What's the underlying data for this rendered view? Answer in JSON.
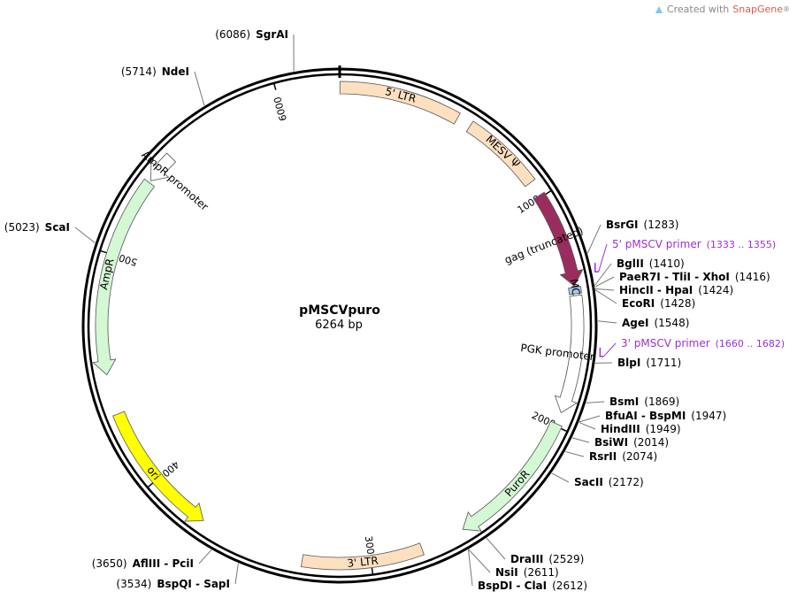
{
  "branding": {
    "prefix": "Created with",
    "product": "SnapGene",
    "mark": "®",
    "icon": "snapgene-logo-icon",
    "accent": "#e05a4e"
  },
  "plasmid": {
    "name": "pMSCVpuro",
    "length_label": "6264 bp",
    "length": 6264
  },
  "ticks": [
    {
      "label": "1000",
      "pos": 1000
    },
    {
      "label": "2000",
      "pos": 2000
    },
    {
      "label": "3000",
      "pos": 3000
    },
    {
      "label": "4000",
      "pos": 4000
    },
    {
      "label": "5000",
      "pos": 5000
    },
    {
      "label": "6000",
      "pos": 6000
    }
  ],
  "features": [
    {
      "label": "5' LTR",
      "start": 1,
      "end": 515,
      "type": "box",
      "color": "#fce0c0"
    },
    {
      "label": "MESV Ψ",
      "start": 577,
      "end": 925,
      "type": "box",
      "color": "#fce0c0"
    },
    {
      "label": "gag (truncated)",
      "start": 990,
      "end": 1400,
      "type": "arrow",
      "color": "#9b2d5e"
    },
    {
      "label": "MCS",
      "start": 1405,
      "end": 1432,
      "type": "box",
      "color": "#aac8ec"
    },
    {
      "label": "PGK promoter",
      "start": 1440,
      "end": 1940,
      "type": "arrow",
      "color": "#ffffff"
    },
    {
      "label": "PuroR",
      "start": 1990,
      "end": 2590,
      "type": "arrow",
      "color": "#d4f7d4"
    },
    {
      "label": "3' LTR",
      "start": 2780,
      "end": 3290,
      "type": "box",
      "color": "#fce0c0"
    },
    {
      "label": "ori",
      "start": 3740,
      "end": 4320,
      "type": "arrow-rev",
      "color": "#ffff00"
    },
    {
      "label": "AmpR",
      "start": 4490,
      "end": 5340,
      "type": "arrow-rev",
      "color": "#d4f7d4"
    },
    {
      "label": "AmpR promoter",
      "start": 5350,
      "end": 5480,
      "type": "arrow-rev",
      "color": "#ffffff"
    }
  ],
  "sites_left": [
    {
      "name": "SgrAI",
      "pos": "(6086)",
      "bp": 6086
    },
    {
      "name": "NdeI",
      "pos": "(5714)",
      "bp": 5714
    },
    {
      "name": "ScaI",
      "pos": "(5023)",
      "bp": 5023
    },
    {
      "name": "AflIII - PciI",
      "pos": "(3650)",
      "bp": 3650
    },
    {
      "name": "BspQI - SapI",
      "pos": "(3534)",
      "bp": 3534
    }
  ],
  "sites_right": [
    {
      "name": "BsrGI",
      "pos": "(1283)",
      "bp": 1283
    },
    {
      "name": "BglII",
      "pos": "(1410)",
      "bp": 1410
    },
    {
      "name": "PaeR7I - TliI - XhoI",
      "pos": "(1416)",
      "bp": 1416
    },
    {
      "name": "HincII - HpaI",
      "pos": "(1424)",
      "bp": 1424
    },
    {
      "name": "EcoRI",
      "pos": "(1428)",
      "bp": 1428
    },
    {
      "name": "AgeI",
      "pos": "(1548)",
      "bp": 1548
    },
    {
      "name": "BlpI",
      "pos": "(1711)",
      "bp": 1711
    },
    {
      "name": "BsmI",
      "pos": "(1869)",
      "bp": 1869
    },
    {
      "name": "BfuAI - BspMI",
      "pos": "(1947)",
      "bp": 1947
    },
    {
      "name": "HindIII",
      "pos": "(1949)",
      "bp": 1949
    },
    {
      "name": "BsiWI",
      "pos": "(2014)",
      "bp": 2014
    },
    {
      "name": "RsrII",
      "pos": "(2074)",
      "bp": 2074
    },
    {
      "name": "SacII",
      "pos": "(2172)",
      "bp": 2172
    },
    {
      "name": "DraIII",
      "pos": "(2529)",
      "bp": 2529
    },
    {
      "name": "NsiI",
      "pos": "(2611)",
      "bp": 2611
    },
    {
      "name": "BspDI - ClaI",
      "pos": "(2612)",
      "bp": 2612
    }
  ],
  "primers": [
    {
      "label": "5' pMSCV primer",
      "range": "(1333 .. 1355)",
      "bp": 1344
    },
    {
      "label": "3' pMSCV primer",
      "range": "(1660 .. 1682)",
      "bp": 1671
    }
  ]
}
